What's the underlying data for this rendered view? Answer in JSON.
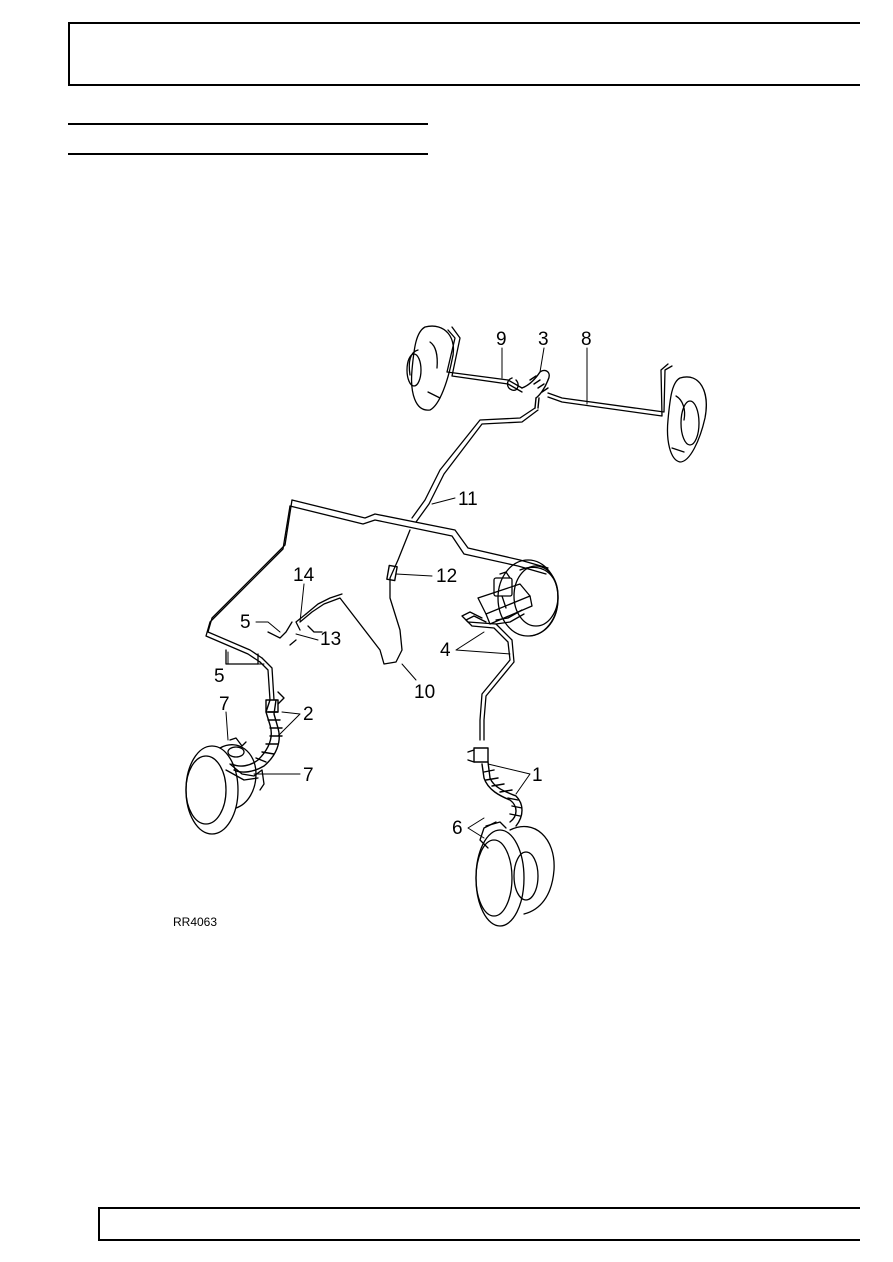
{
  "figure": {
    "code": "RR4063",
    "callouts": [
      "9",
      "3",
      "8",
      "11",
      "14",
      "12",
      "5",
      "13",
      "4",
      "5",
      "10",
      "7",
      "2",
      "7",
      "1",
      "6"
    ]
  }
}
